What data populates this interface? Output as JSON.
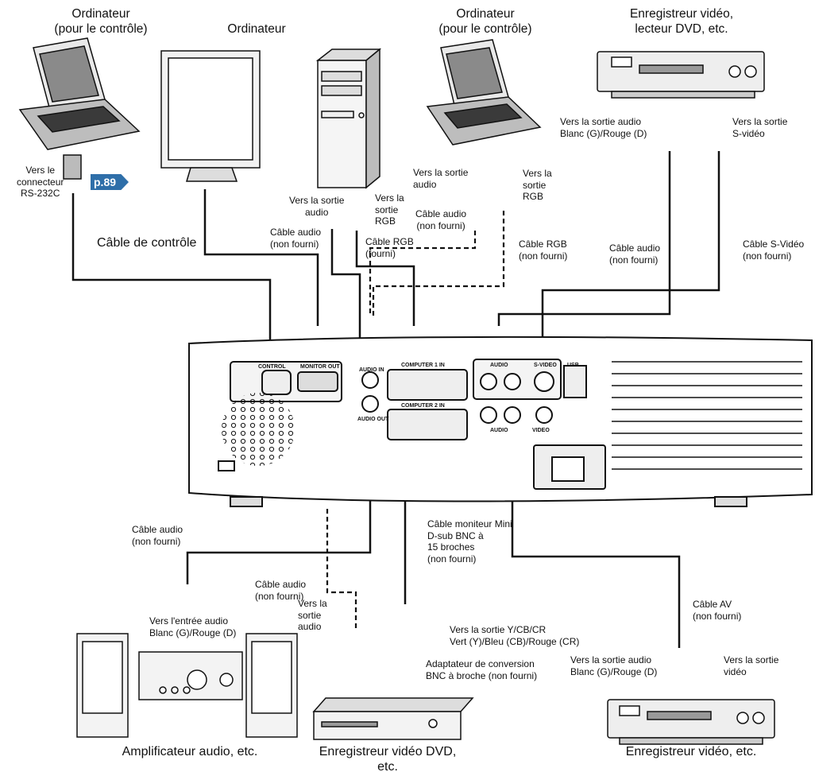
{
  "devices": {
    "computer_control_left": "Ordinateur\n(pour le contrôle)",
    "computer": "Ordinateur",
    "computer_control_right": "Ordinateur\n(pour le contrôle)",
    "vcr_dvd_top": "Enregistreur vidéo,\nlecteur DVD, etc.",
    "audio_amp": "Amplificateur audio, etc.",
    "dvd_recorder": "Enregistreur vidéo DVD,\netc.",
    "vcr_bottom": "Enregistreur vidéo, etc."
  },
  "labels": {
    "rs232": "Vers le\nconnecteur\nRS-232C",
    "page_ref": "p.89",
    "control_cable": "Câble de contrôle",
    "to_audio_out_1": "Vers la sortie\naudio",
    "to_rgb_out_1": "Vers la\nsortie\nRGB",
    "audio_cable_nf_1": "Câble audio\n(non fourni)",
    "rgb_cable_supplied": "Câble RGB\n(fourni)",
    "to_audio_out_2": "Vers la sortie\naudio",
    "audio_cable_nf_2": "Câble audio\n(non fourni)",
    "to_rgb_out_2": "Vers la\nsortie\nRGB",
    "rgb_cable_nf": "Câble RGB\n(non fourni)",
    "to_audio_out_wr": "Vers la sortie audio\nBlanc (G)/Rouge (D)",
    "to_svideo_out": "Vers la sortie\nS-vidéo",
    "audio_cable_nf_3": "Câble audio\n(non fourni)",
    "svideo_cable_nf": "Câble S-Vidéo\n(non fourni)",
    "audio_cable_nf_4": "Câble audio\n(non fourni)",
    "monitor_cable": "Câble moniteur Mini\nD-sub BNC à\n15 broches\n(non fourni)",
    "audio_cable_nf_5": "Câble audio\n(non fourni)",
    "to_audio_out_3": "Vers la\nsortie\naudio",
    "to_audio_in_wr": "Vers l'entrée audio\nBlanc (G)/Rouge (D)",
    "to_ycbcr_out": "Vers la sortie Y/CB/CR\nVert (Y)/Bleu (CB)/Rouge (CR)",
    "bnc_adapter": "Adaptateur de conversion\nBNC à broche (non fourni)",
    "av_cable_nf": "Câble AV\n(non fourni)",
    "to_audio_out_wr_2": "Vers la sortie audio\nBlanc (G)/Rouge (D)",
    "to_video_out": "Vers la sortie\nvidéo"
  },
  "panel": {
    "control": "CONTROL",
    "monitor_out": "MONITOR OUT",
    "audio_in": "AUDIO IN",
    "computer1_in": "COMPUTER 1 IN",
    "computer2_in": "COMPUTER 2 IN",
    "audio_out": "AUDIO OUT",
    "audio_top": "AUDIO",
    "s_video": "S-VIDEO",
    "usb": "USB",
    "audio_bottom": "AUDIO",
    "video": "VIDEO"
  }
}
